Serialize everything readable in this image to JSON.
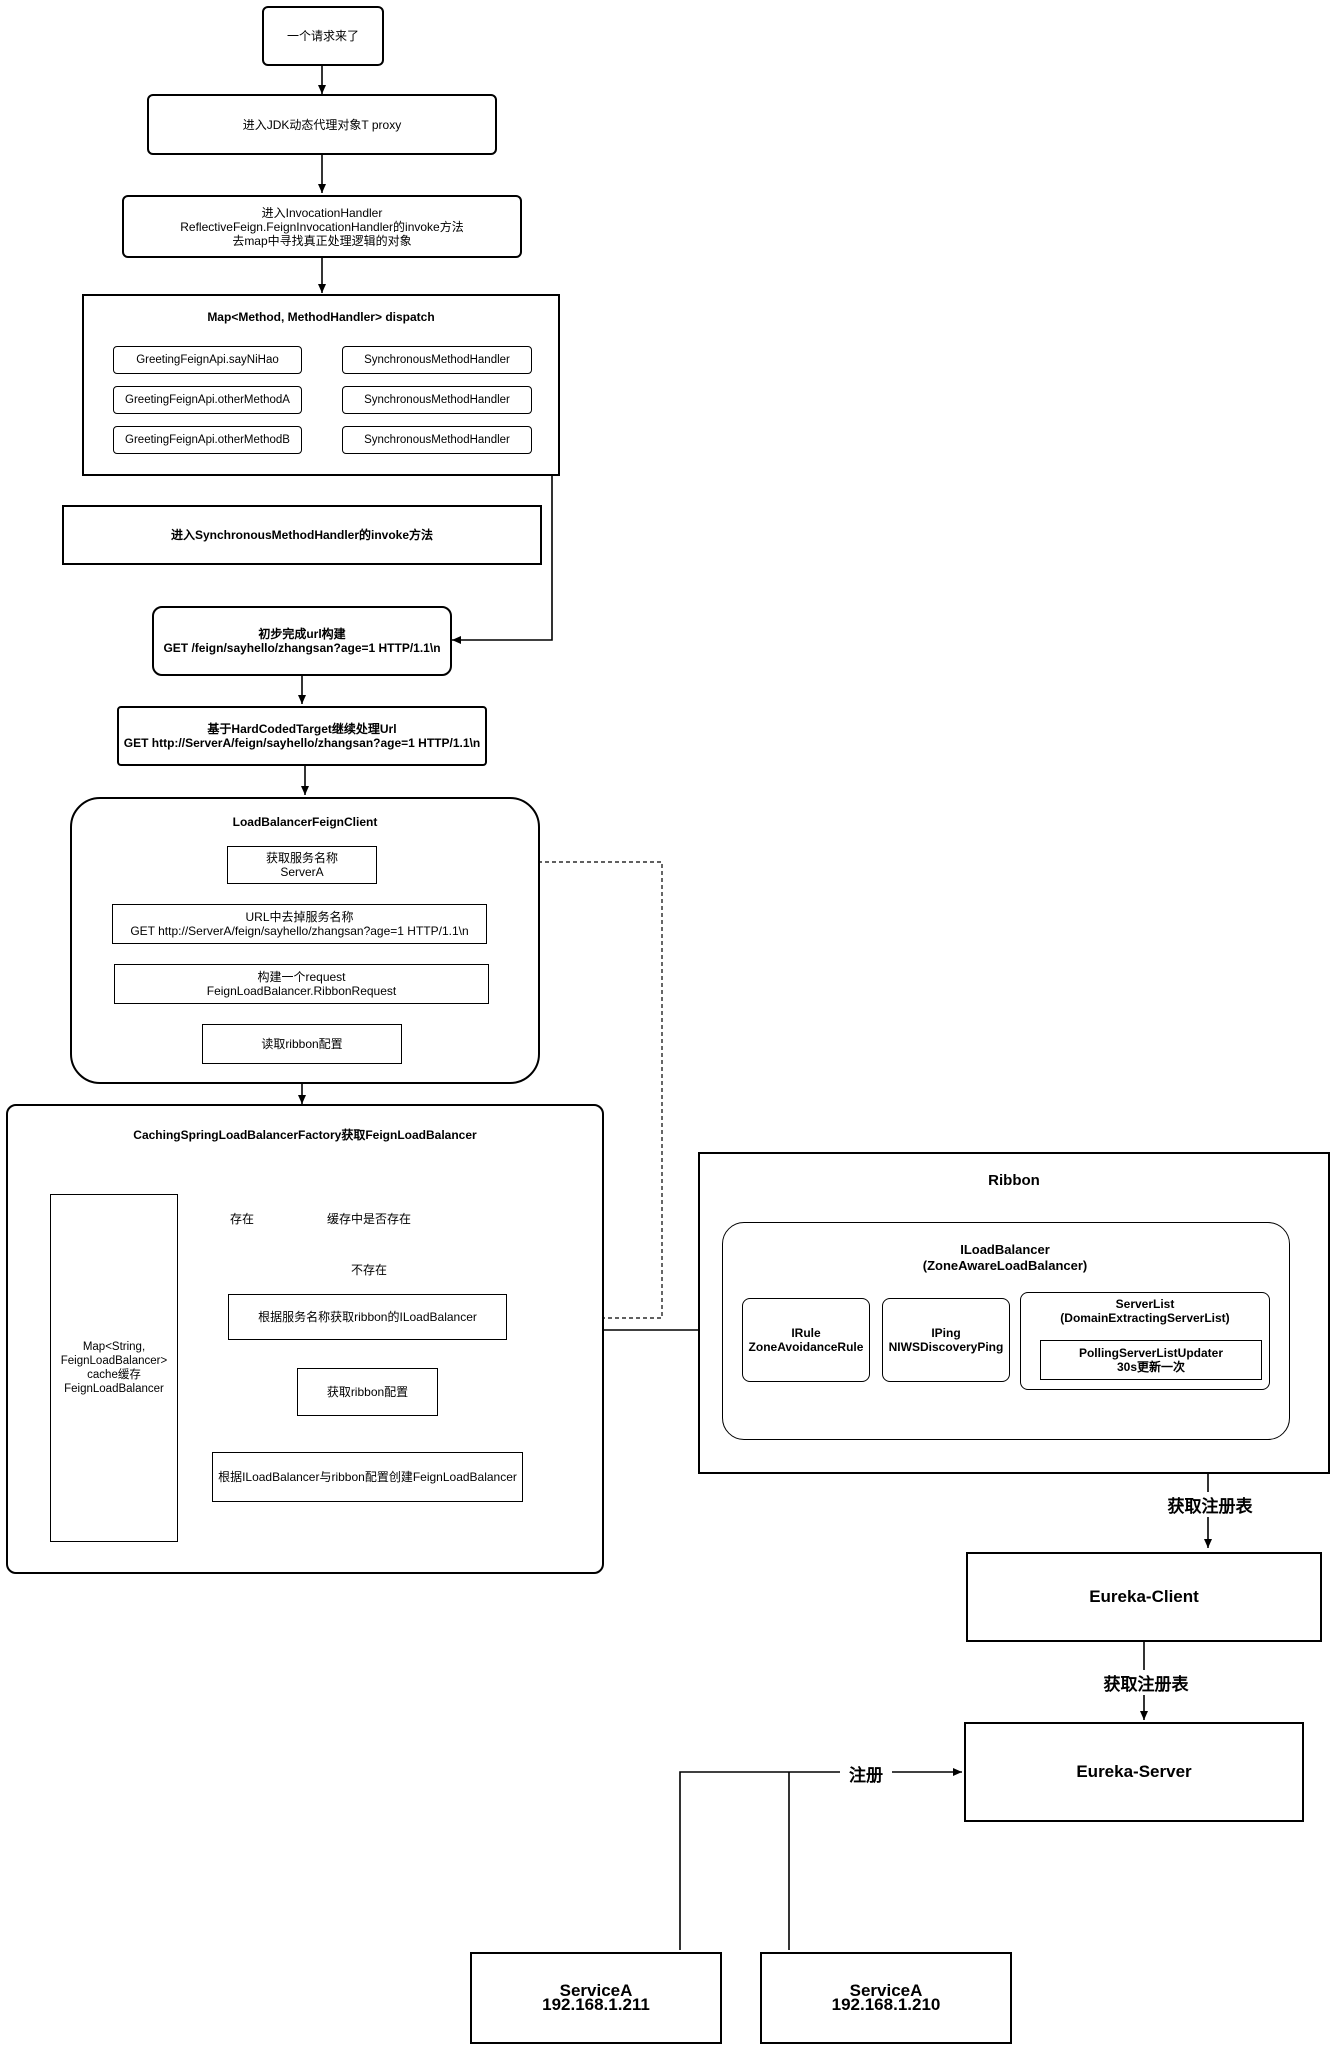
{
  "steps": {
    "request_arrives": "一个请求来了",
    "jdk_proxy": "进入JDK动态代理对象T proxy",
    "invocation_handler": "进入InvocationHandler\nReflectiveFeign.FeignInvocationHandler的invoke方法\n去map中寻找真正处理逻辑的对象",
    "sync_handler_invoke": "进入SynchronousMethodHandler的invoke方法",
    "url_build": "初步完成url构建\nGET /feign/sayhello/zhangsan?age=1 HTTP/1.1\\n",
    "hardcoded_target": "基于HardCodedTarget继续处理Url\nGET http://ServerA/feign/sayhello/zhangsan?age=1 HTTP/1.1\\n"
  },
  "dispatch_map": {
    "title": "Map<Method, MethodHandler> dispatch",
    "rows": [
      {
        "method": "GreetingFeignApi.sayNiHao",
        "handler": "SynchronousMethodHandler"
      },
      {
        "method": "GreetingFeignApi.otherMethodA",
        "handler": "SynchronousMethodHandler"
      },
      {
        "method": "GreetingFeignApi.otherMethodB",
        "handler": "SynchronousMethodHandler"
      }
    ]
  },
  "lb_feign_client": {
    "title": "LoadBalancerFeignClient",
    "get_service_name": "获取服务名称\nServerA",
    "strip_service_name": "URL中去掉服务名称\nGET http://ServerA/feign/sayhello/zhangsan?age=1 HTTP/1.1\\n",
    "build_request": "构建一个request\nFeignLoadBalancer.RibbonRequest",
    "read_ribbon_config": "读取ribbon配置"
  },
  "factory": {
    "title": "CachingSpringLoadBalancerFactory获取FeignLoadBalancer",
    "cache_map": "Map<String,\nFeignLoadBalancer>\ncache缓存\nFeignLoadBalancer",
    "cache_check": "缓存中是否存在",
    "exists_label": "存在",
    "not_exists_label": "不存在",
    "get_iloadbalancer": "根据服务名称获取ribbon的ILoadBalancer",
    "get_ribbon_config": "获取ribbon配置",
    "create_flb": "根据ILoadBalancer与ribbon配置创建FeignLoadBalancer"
  },
  "ribbon": {
    "title": "Ribbon",
    "iloadbalancer": "ILoadBalancer\n(ZoneAwareLoadBalancer)",
    "irule": "IRule\nZoneAvoidanceRule",
    "iping": "IPing\nNIWSDiscoveryPing",
    "serverlist": "ServerList\n(DomainExtractingServerList)",
    "updater": "PollingServerListUpdater\n30s更新一次"
  },
  "eureka": {
    "fetch_registry_1": "获取注册表",
    "client": "Eureka-Client",
    "fetch_registry_2": "获取注册表",
    "server": "Eureka-Server",
    "register": "注册"
  },
  "services": [
    {
      "name": "ServiceA",
      "ip": "192.168.1.211"
    },
    {
      "name": "ServiceA",
      "ip": "192.168.1.210"
    }
  ]
}
